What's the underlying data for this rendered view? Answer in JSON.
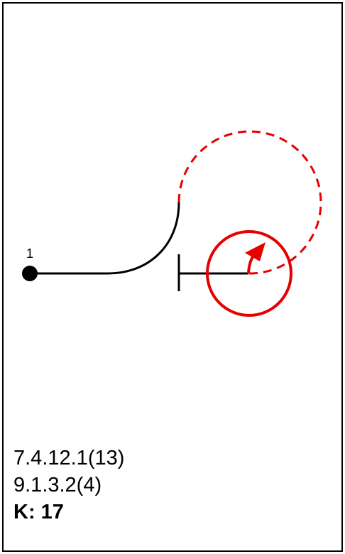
{
  "diagram": {
    "start_label": "1",
    "codes": [
      "7.4.12.1(13)",
      "9.1.3.2(4)"
    ],
    "k_label": "K: 17",
    "colors": {
      "path": "#000000",
      "accent": "#e60000"
    }
  }
}
